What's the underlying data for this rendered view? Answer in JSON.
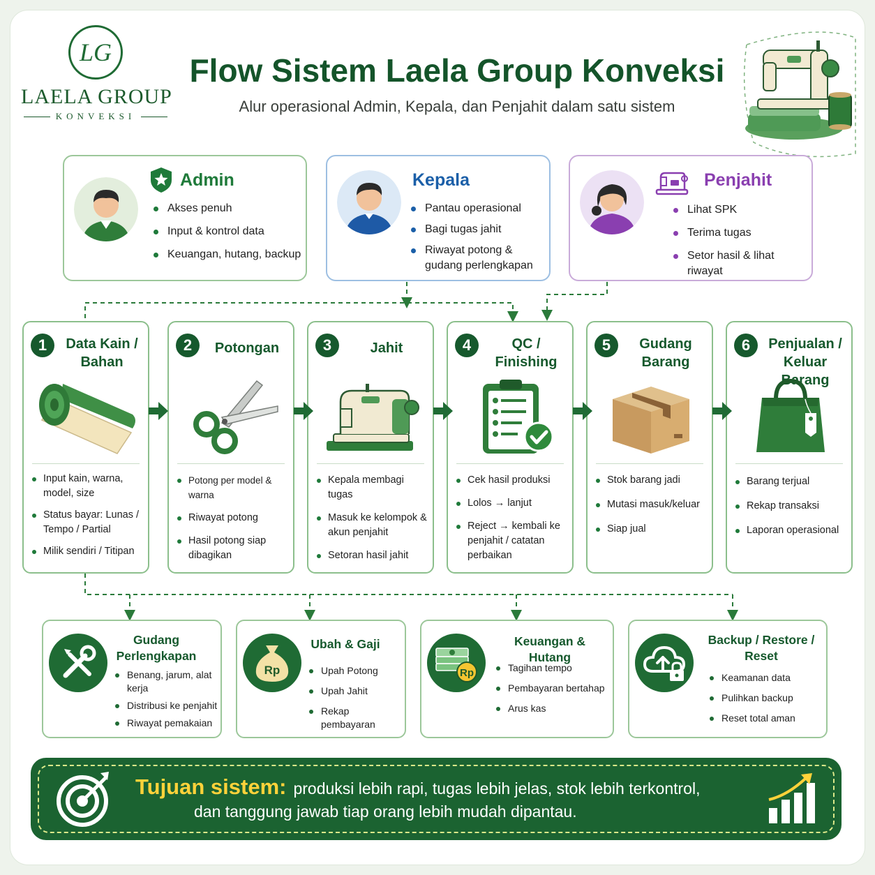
{
  "header": {
    "logo_monogram": "LG",
    "logo_name": "LAELA GROUP",
    "logo_sub": "KONVEKSI",
    "title": "Flow Sistem Laela Group Konveksi",
    "subtitle": "Alur operasional Admin, Kepala, dan Penjahit dalam satu sistem"
  },
  "colors": {
    "primary_green": "#16592d",
    "admin_accent": "#1f7a3a",
    "kepala_accent": "#1b5fa8",
    "penjahit_accent": "#8a3fb0",
    "goal_label": "#ffd23a"
  },
  "roles": [
    {
      "title": "Admin",
      "icon": "shield-star-icon",
      "items": [
        "Akses penuh",
        "Input & kontrol data",
        "Keuangan, hutang, backup"
      ]
    },
    {
      "title": "Kepala",
      "icon": "user-icon",
      "items": [
        "Pantau operasional",
        "Bagi tugas jahit",
        "Riwayat potong & gudang perlengkapan"
      ]
    },
    {
      "title": "Penjahit",
      "icon": "sewing-machine-icon",
      "items": [
        "Lihat SPK",
        "Terima tugas",
        "Setor hasil & lihat riwayat"
      ]
    }
  ],
  "steps": [
    {
      "num": "1",
      "title": "Data Kain / Bahan",
      "icon": "fabric-roll-icon",
      "items": [
        "Input kain, warna, model, size",
        "Status bayar: Lunas / Tempo / Partial",
        "Milik sendiri / Titipan"
      ]
    },
    {
      "num": "2",
      "title": "Potongan",
      "icon": "scissors-icon",
      "items": [
        "Potong per model & warna",
        "Riwayat potong",
        "Hasil potong siap dibagikan"
      ]
    },
    {
      "num": "3",
      "title": "Jahit",
      "icon": "sewing-machine-icon",
      "items": [
        "Kepala membagi tugas",
        "Masuk ke kelompok & akun penjahit",
        "Setoran hasil jahit"
      ]
    },
    {
      "num": "4",
      "title": "QC / Finishing",
      "icon": "clipboard-check-icon",
      "items": [
        "Cek hasil produksi",
        "Lolos → lanjut",
        "Reject → kembali ke penjahit / catatan perbaikan"
      ]
    },
    {
      "num": "5",
      "title": "Gudang Barang",
      "icon": "box-icon",
      "items": [
        "Stok barang jadi",
        "Mutasi masuk/keluar",
        "Siap jual"
      ]
    },
    {
      "num": "6",
      "title": "Penjualan / Keluar Barang",
      "icon": "shopping-bag-icon",
      "items": [
        "Barang terjual",
        "Rekap transaksi",
        "Laporan operasional"
      ]
    }
  ],
  "support": [
    {
      "title": "Gudang Perlengkapan",
      "icon": "tools-icon",
      "items": [
        "Benang, jarum, alat kerja",
        "Distribusi ke penjahit",
        "Riwayat pemakaian"
      ]
    },
    {
      "title": "Ubah & Gaji",
      "icon": "money-bag-icon",
      "icon_text": "Rp",
      "items": [
        "Upah Potong",
        "Upah Jahit",
        "Rekap pembayaran"
      ]
    },
    {
      "title": "Keuangan & Hutang",
      "icon": "cash-stack-icon",
      "icon_text": "Rp",
      "items": [
        "Tagihan tempo",
        "Pembayaran bertahap",
        "Arus kas"
      ]
    },
    {
      "title": "Backup / Restore / Reset",
      "icon": "cloud-lock-icon",
      "items": [
        "Keamanan data",
        "Pulihkan backup",
        "Reset total aman"
      ]
    }
  ],
  "goal": {
    "label": "Tujuan sistem:",
    "line1": "produksi lebih rapi, tugas lebih jelas, stok lebih terkontrol,",
    "line2": "dan tanggung jawab tiap orang lebih mudah dipantau."
  }
}
